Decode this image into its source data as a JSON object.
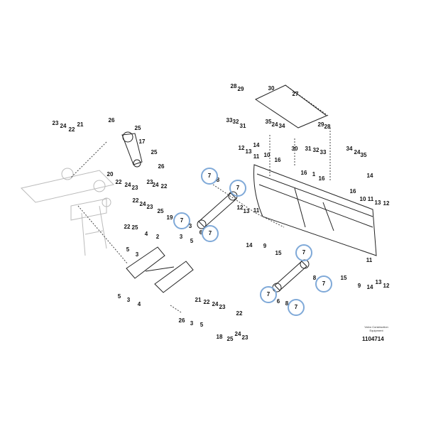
{
  "diagram": {
    "callouts": [
      "28",
      "29",
      "30",
      "27",
      "33",
      "32",
      "31",
      "35",
      "24",
      "34",
      "29",
      "28",
      "30",
      "12",
      "13",
      "14",
      "11",
      "10",
      "16",
      "31",
      "32",
      "33",
      "34",
      "24",
      "35",
      "16",
      "1",
      "16",
      "14",
      "16",
      "10",
      "11",
      "13",
      "12",
      "8",
      "7",
      "7",
      "7",
      "3",
      "6",
      "7",
      "12",
      "13",
      "11",
      "14",
      "23",
      "24",
      "22",
      "21",
      "26",
      "25",
      "17",
      "25",
      "26",
      "20",
      "22",
      "24",
      "23",
      "23",
      "24",
      "22",
      "22",
      "24",
      "23",
      "25",
      "19",
      "22",
      "25",
      "4",
      "2",
      "3",
      "5",
      "5",
      "3",
      "5",
      "3",
      "4",
      "21",
      "22",
      "24",
      "23",
      "22",
      "26",
      "3",
      "5",
      "18",
      "25",
      "24",
      "23",
      "9",
      "15",
      "7",
      "8",
      "7",
      "15",
      "9",
      "14",
      "13",
      "12",
      "11",
      "7",
      "6",
      "8",
      "7"
    ],
    "highlighted_callout": "7",
    "highlight_color": "#7fa9d8"
  },
  "footer": {
    "brand": "Volvo Construction Equipment",
    "code": "1104714"
  }
}
